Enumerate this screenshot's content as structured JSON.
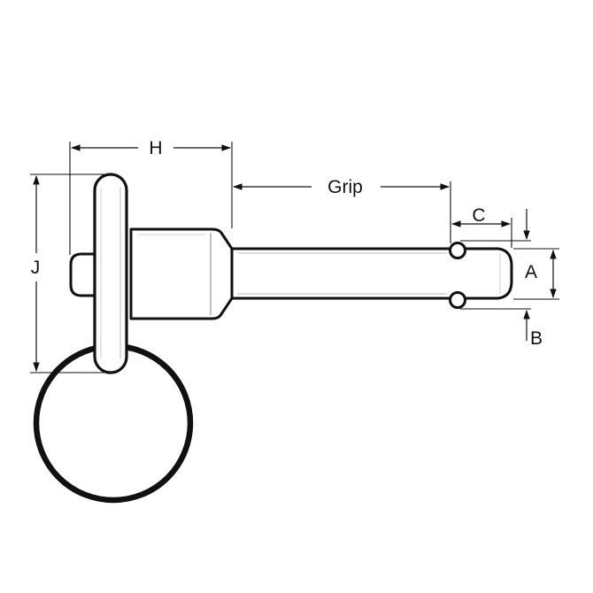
{
  "diagram": {
    "labels": {
      "H": "H",
      "Grip": "Grip",
      "C": "C",
      "A": "A",
      "B": "B",
      "J": "J"
    },
    "colors": {
      "line": "#111111",
      "background": "#ffffff"
    }
  }
}
